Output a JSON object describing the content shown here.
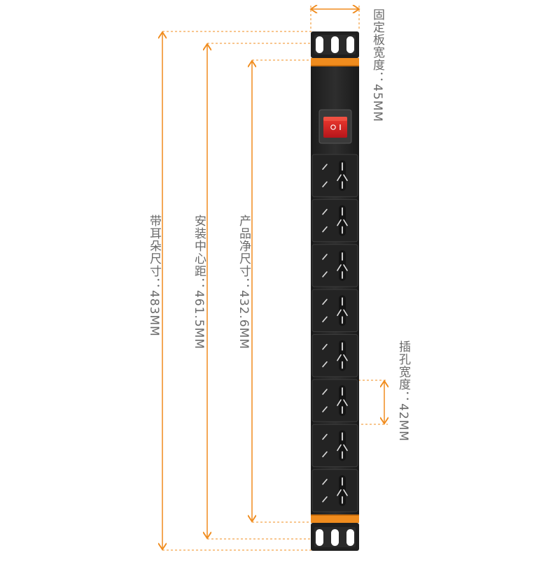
{
  "colors": {
    "accent_orange": "#f08c1e",
    "strip_black": "#262626",
    "bracket_black": "#1f1f1f",
    "switch_red": "#d81e1e",
    "label_gray": "#6a6a6a"
  },
  "product": {
    "outlet_count": 8,
    "switch_icon": "rocker-switch-icon",
    "outlet_icon": "chinese-outlet-icon"
  },
  "dimensions": {
    "bracket_width": {
      "label": "固定板宽度：45MM"
    },
    "overall_with_ears": {
      "label": "带耳朵尺寸：483MM"
    },
    "mounting_center": {
      "label": "安装中心距：461.5MM"
    },
    "net_size": {
      "label": "产品净尺寸：432.6MM"
    },
    "socket_width": {
      "label": "插孔宽度：42MM"
    }
  }
}
